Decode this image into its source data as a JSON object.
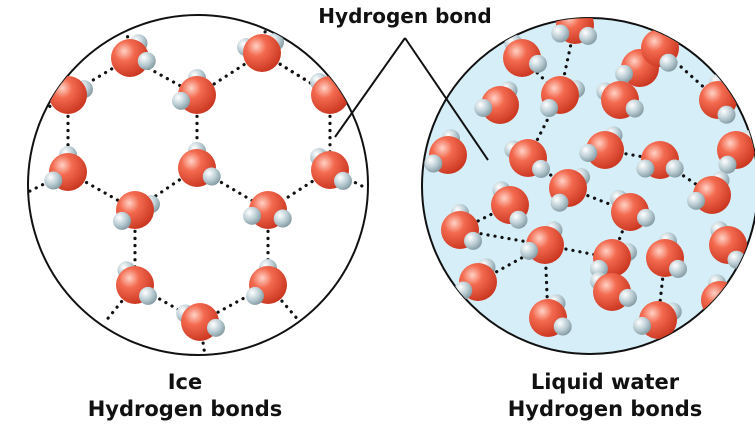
{
  "callout": {
    "label": "Hydrogen bond"
  },
  "panels": [
    {
      "id": "ice",
      "state": "Ice",
      "caption": "Hydrogen bonds",
      "fill": "#ffffff",
      "border": "#111111"
    },
    {
      "id": "liquid",
      "state": "Liquid water",
      "caption": "Hydrogen bonds",
      "fill": "#d6eef8",
      "border": "#111111"
    }
  ],
  "colors": {
    "oxygen": "#e8412b",
    "oxygen_highlight": "#ffd2c6",
    "hydrogen": "#a9bcc4",
    "hydrogen_highlight": "#ffffff",
    "hydrogen_bond": "#111111"
  }
}
